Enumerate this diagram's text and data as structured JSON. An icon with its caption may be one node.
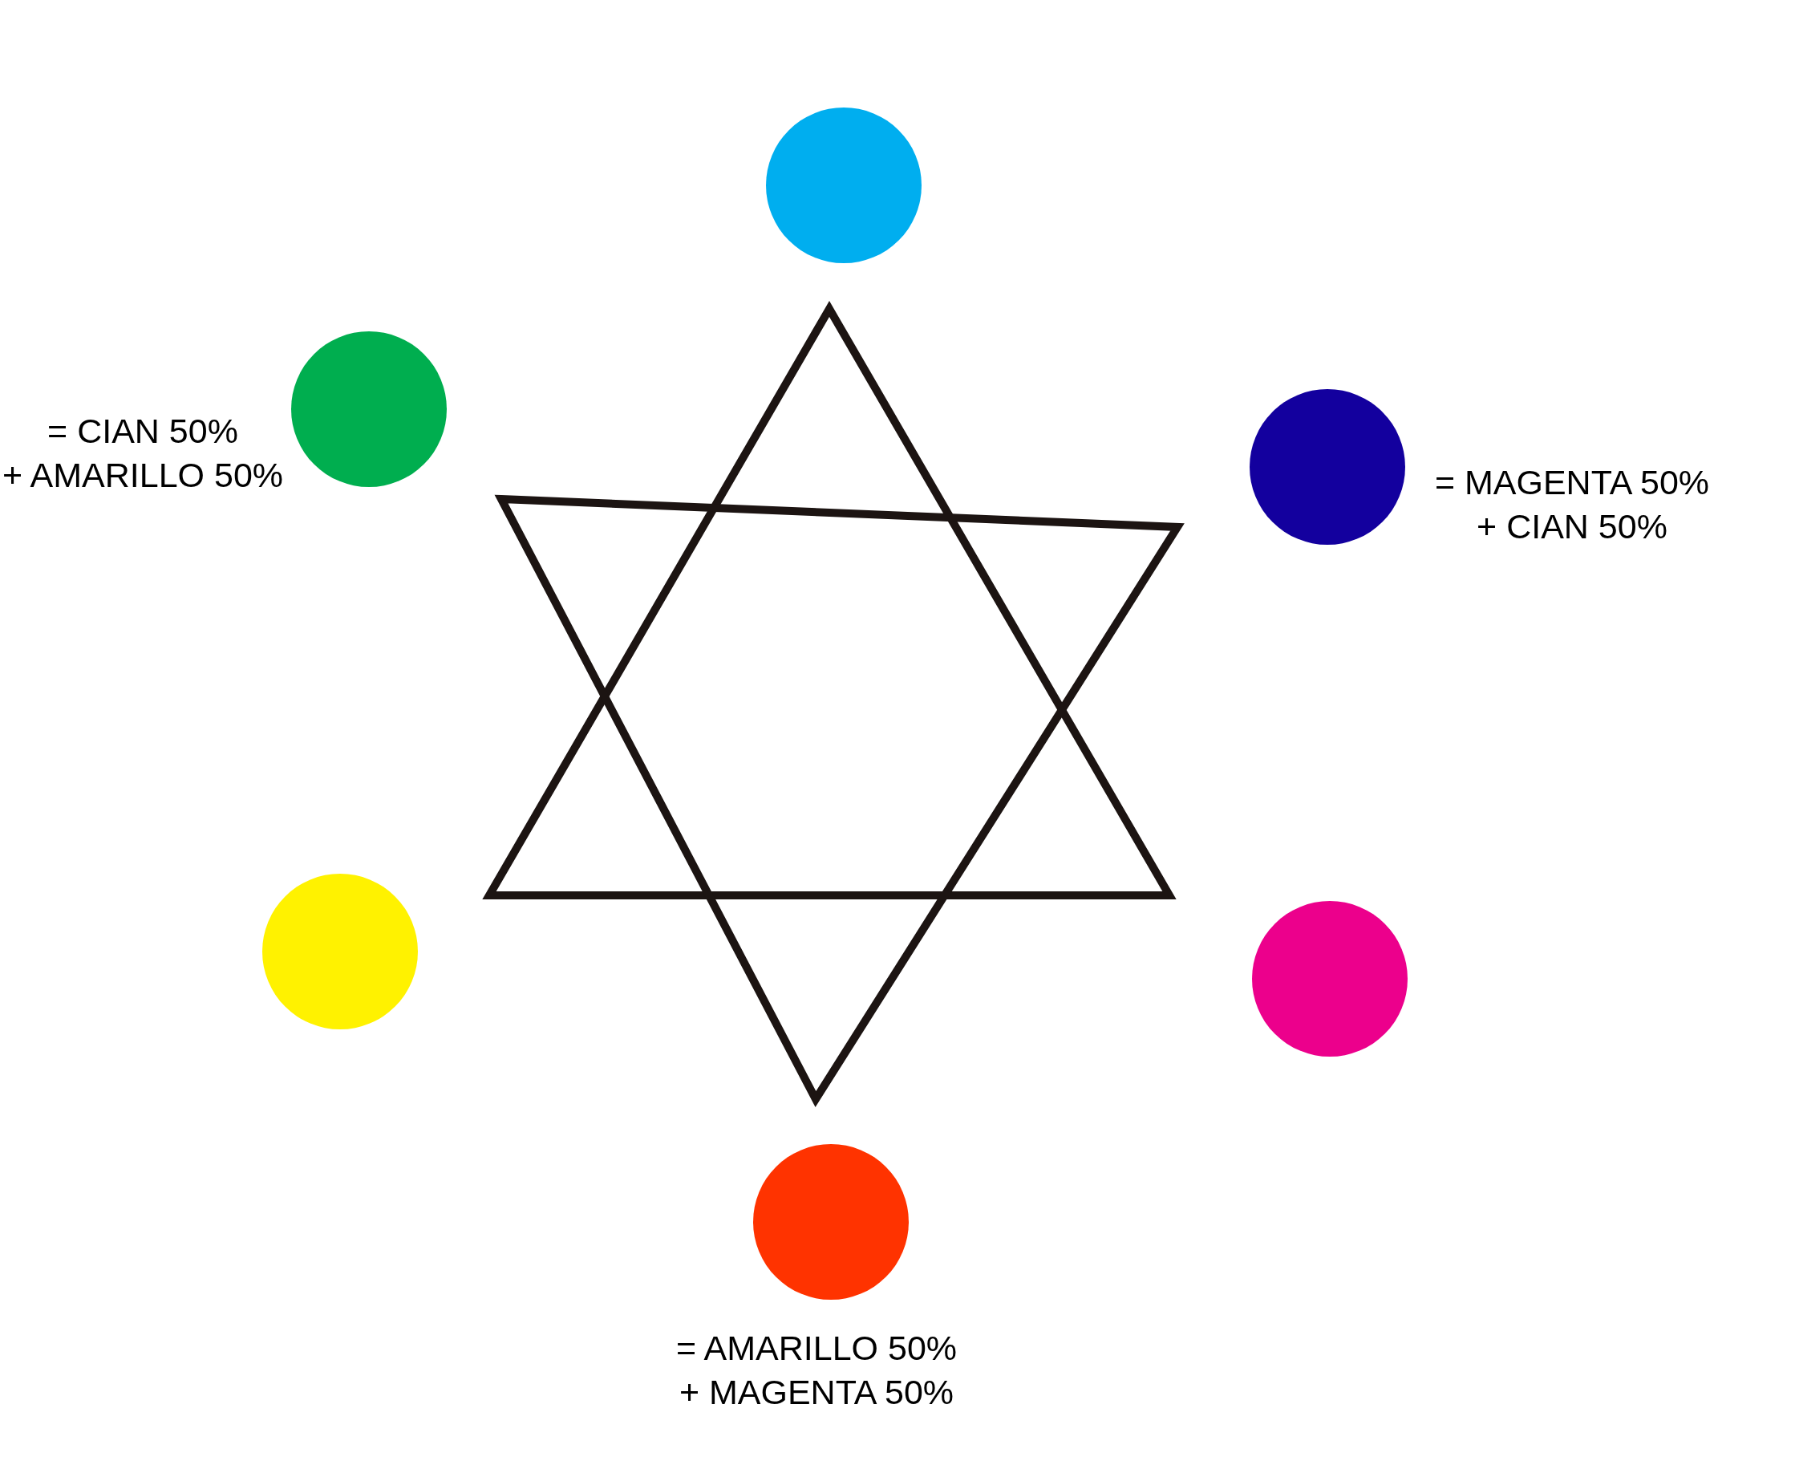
{
  "diagram": {
    "nodes": [
      {
        "text": [],
        "shape": "circle"
      },
      {
        "text": [],
        "shape": "circle",
        "beside": [
          "= CIAN 50% + AMARILLO 50%"
        ]
      },
      {
        "text": [],
        "shape": "circle",
        "beside": [
          "= MAGENTA 50% + CIAN 50%"
        ]
      },
      {
        "text": [],
        "shape": "circle"
      },
      {
        "text": [],
        "shape": "circle"
      },
      {
        "text": [],
        "shape": "circle",
        "beside": [
          "= AMARILLO 50% + MAGENTA 50%"
        ]
      }
    ]
  }
}
